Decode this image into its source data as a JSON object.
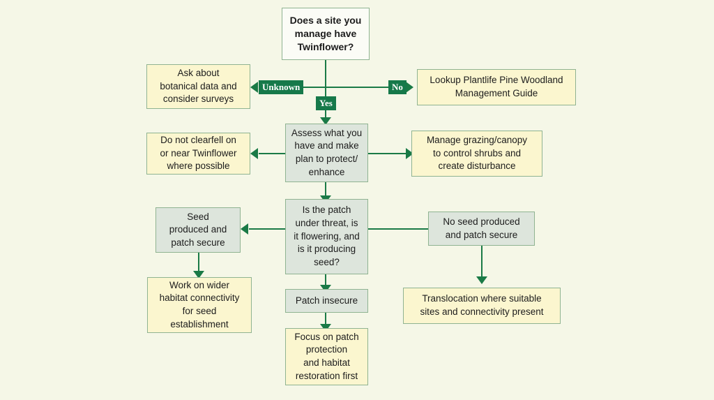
{
  "diagram": {
    "title": "Twinflower site management decision flowchart",
    "background_color": "#f5f7e7",
    "colors": {
      "cream_fill": "#fbf6cf",
      "sage_fill": "#dde5dc",
      "white_fill": "#fbfcf6",
      "border": "#8fb391",
      "connector": "#1a7a46",
      "label_badge": "#16794a",
      "label_text": "#ffffff",
      "body_text": "#1c1c1c"
    },
    "nodes": [
      {
        "id": "start",
        "label": "Does a site you\nmanage have\nTwinflower?"
      },
      {
        "id": "unknown_action",
        "label": "Ask about\nbotanical data and\nconsider surveys"
      },
      {
        "id": "no_action",
        "label": "Lookup Plantlife Pine Woodland\nManagement Guide"
      },
      {
        "id": "assess",
        "label": "Assess what you\nhave and make\nplan to protect/\nenhance"
      },
      {
        "id": "no_clearfell",
        "label": "Do not clearfell on\nor near Twinflower\nwhere possible"
      },
      {
        "id": "manage_grazing",
        "label": "Manage grazing/canopy\nto control shrubs and\ncreate disturbance"
      },
      {
        "id": "patch_question",
        "label": "Is the patch\nunder threat, is\nit flowering, and\nis it producing\nseed?"
      },
      {
        "id": "seed_secure",
        "label": "Seed\nproduced and\npatch secure"
      },
      {
        "id": "no_seed_secure",
        "label": "No seed produced\nand patch secure"
      },
      {
        "id": "connectivity",
        "label": "Work on wider\nhabitat connectivity\nfor seed\nestablishment"
      },
      {
        "id": "translocation",
        "label": "Translocation where suitable\nsites and connectivity present"
      },
      {
        "id": "patch_insecure",
        "label": "Patch insecure"
      },
      {
        "id": "focus_patch",
        "label": "Focus on patch\nprotection\nand habitat\nrestoration first"
      }
    ],
    "edge_labels": {
      "unknown": "Unknown",
      "no": "No",
      "yes": "Yes"
    }
  }
}
